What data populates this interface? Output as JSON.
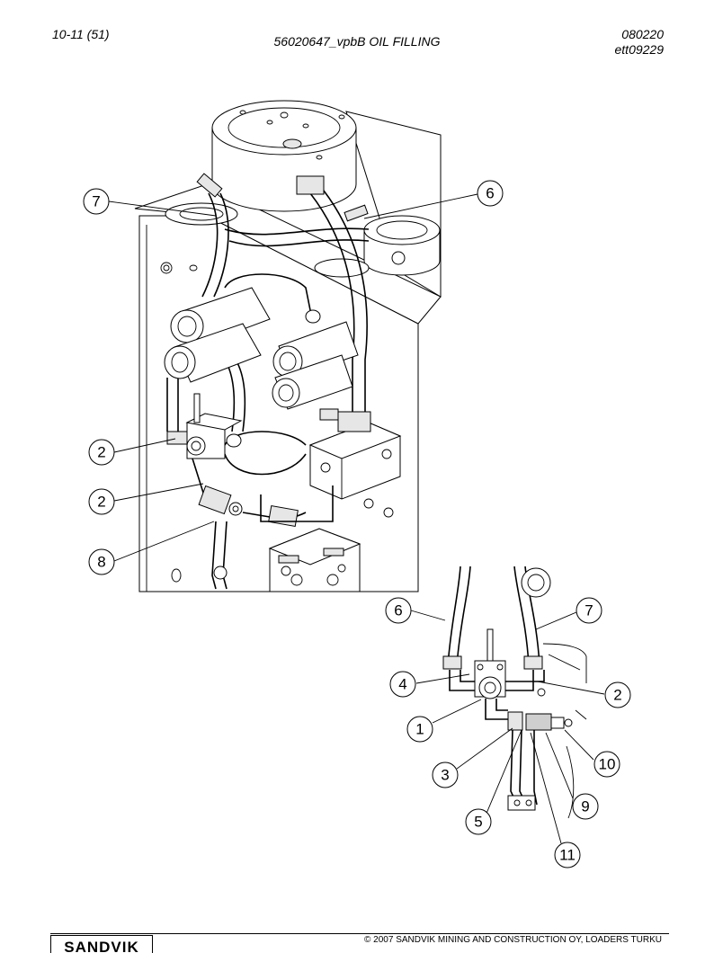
{
  "header": {
    "page_ref": "10-11 (51)",
    "title": "56020647_vpbB OIL FILLING",
    "date_code": "080220",
    "drawing_id": "ett09229"
  },
  "callouts_main": [
    "7",
    "6",
    "2",
    "2",
    "8"
  ],
  "callouts_detail": [
    "6",
    "7",
    "4",
    "2",
    "1",
    "10",
    "3",
    "9",
    "5",
    "11"
  ],
  "footer": {
    "brand": "SANDVIK",
    "copyright": "© 2007 SANDVIK MINING AND CONSTRUCTION OY, LOADERS TURKU"
  }
}
